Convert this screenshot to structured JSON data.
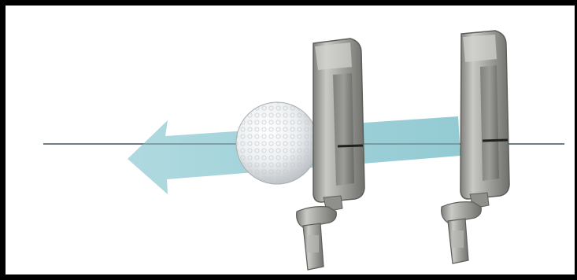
{
  "figure": {
    "frame_color": "#000000",
    "background_color": "#ffffff",
    "target_line_color": "#6e7d84",
    "arrow_color": "#9fd0d8",
    "ball_color": "#f1f3f4",
    "putter_color": "#a9aaa6",
    "face_mark_color": "#1f1f1f"
  },
  "elements": {
    "arrow": {
      "direction": "left"
    },
    "putters": [
      "putter-at-impact",
      "putter-follow-through"
    ]
  }
}
